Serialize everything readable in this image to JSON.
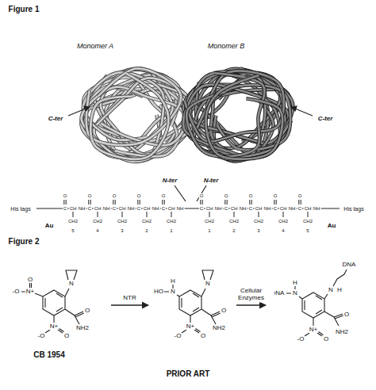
{
  "diagram": {
    "nodes": [
      {
        "text": [
          "N",
          "-O",
          "N+",
          "O",
          "-O",
          "N+",
          "O",
          "O",
          "NH2",
          "CB 1954"
        ]
      },
      {
        "text": [
          "N",
          "H",
          "HO",
          "N",
          "-O",
          "N+",
          "O",
          "O",
          "NH2"
        ]
      },
      {
        "text": [
          "DNA",
          "N",
          "H",
          "DNA",
          "H",
          "N",
          "-O",
          "N+",
          "O",
          "O",
          "NH2"
        ]
      }
    ],
    "edges": [
      {
        "from": 0,
        "to": 1,
        "arrow": "to",
        "label": "NTR"
      },
      {
        "from": 1,
        "to": 2,
        "arrow": "to",
        "label": "Cellular Enzymes"
      }
    ],
    "labels": [
      "Figure 1",
      "Monomer A",
      "Monomer B",
      "C-ter",
      "C-ter",
      "N-ter",
      "N-ter",
      "His tags",
      "Au",
      "His tags",
      "Au",
      "Figure 2",
      "PRIOR ART",
      "C",
      "O",
      "CH",
      "CH2",
      "NH",
      "5",
      "C",
      "O",
      "CH",
      "CH2",
      "NH",
      "4",
      "C",
      "O",
      "CH",
      "CH2",
      "NH",
      "3",
      "C",
      "O",
      "CH",
      "CH2",
      "NH",
      "2",
      "C",
      "O",
      "CH",
      "CH2",
      "NH",
      "1",
      "C",
      "O",
      "CH",
      "CH2",
      "NH",
      "1",
      "C",
      "O",
      "CH",
      "CH2",
      "NH",
      "2",
      "C",
      "O",
      "CH",
      "CH2",
      "NH",
      "3",
      "C",
      "O",
      "CH",
      "CH2",
      "NH",
      "4",
      "C",
      "O",
      "CH",
      "CH2",
      "NH",
      "5"
    ]
  }
}
